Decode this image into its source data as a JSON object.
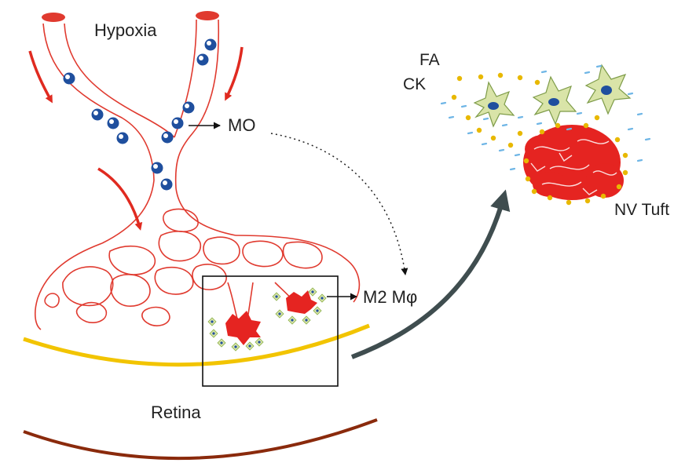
{
  "labels": {
    "hypoxia": "Hypoxia",
    "mo": "MO",
    "m2": "M2 Mφ",
    "fa": "FA",
    "ck": "CK",
    "nv_tuft": "NV Tuft",
    "retina": "Retina"
  },
  "colors": {
    "vessel": "#e03a2f",
    "blood_flow_arrow": "#e02a20",
    "monocyte": "#1f4f9e",
    "retina_inner": "#f2c400",
    "retina_outer": "#8a2a0c",
    "tuft": "#e52421",
    "cytokine_dot": "#e8b800",
    "fatty_acid_dash": "#6fb6e6",
    "glial_cell": "#d9e4a8",
    "big_arrow": "#3f4d4f"
  },
  "icons": {
    "monocyte": "monocyte-icon",
    "glial_cell": "glial-cell-icon",
    "tuft": "neovascular-tuft-icon"
  }
}
